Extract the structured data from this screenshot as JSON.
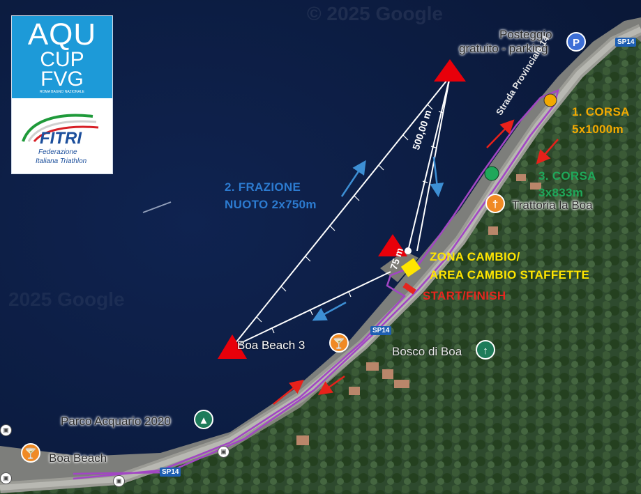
{
  "watermarks": [
    "© 2025 Google",
    "2025 Google"
  ],
  "logo": {
    "line1": "AQU",
    "line2": "CUP",
    "line3": "FVG",
    "small_text": "ROMA BAGNO NAZIONALE",
    "brand": "FITRI",
    "brand_sub1": "Federazione",
    "brand_sub2": "Italiana Triathlon"
  },
  "places": {
    "parking_line1": "Posteggio",
    "parking_line2": "gratuito - parking",
    "trattoria": "Trattoria la Boa",
    "boa_beach_3": "Boa Beach 3",
    "bosco": "Bosco di Boa",
    "parco": "Parco Acquario 2020",
    "boa_beach": "Boa Beach"
  },
  "roads": {
    "provinciale": "Strada Provinciale 14",
    "shield_top": "SP14",
    "shield_mid": "SP14",
    "shield_bottom": "SP14"
  },
  "course": {
    "swim_line1": "2. FRAZIONE",
    "swim_line2": "NUOTO 2x750m",
    "swim_distance": "500,00 m",
    "swim_distance_short": "75 m",
    "run1_line1": "1. CORSA",
    "run1_line2": "5x1000m",
    "run3_line1": "3. CORSA",
    "run3_line2": "3x833m",
    "transition_line1": "ZONA CAMBIO/",
    "transition_line2": "AREA CAMBIO STAFFETTE",
    "start_finish": "START/FINISH"
  },
  "colors": {
    "sea": "#0d1d40",
    "swim_label": "#2c7bd0",
    "run1": "#f2a900",
    "run3": "#1fa85a",
    "transition": "#ffe500",
    "start": "#e5261f",
    "route": "#9c3fb8",
    "buoy": "#e8000a"
  },
  "icons": {
    "parking": "parking-icon",
    "restaurant": "restaurant-icon",
    "bar": "cocktail-icon",
    "park": "tree-icon",
    "hiking": "hiking-icon",
    "bus": "bus-stop-icon"
  }
}
